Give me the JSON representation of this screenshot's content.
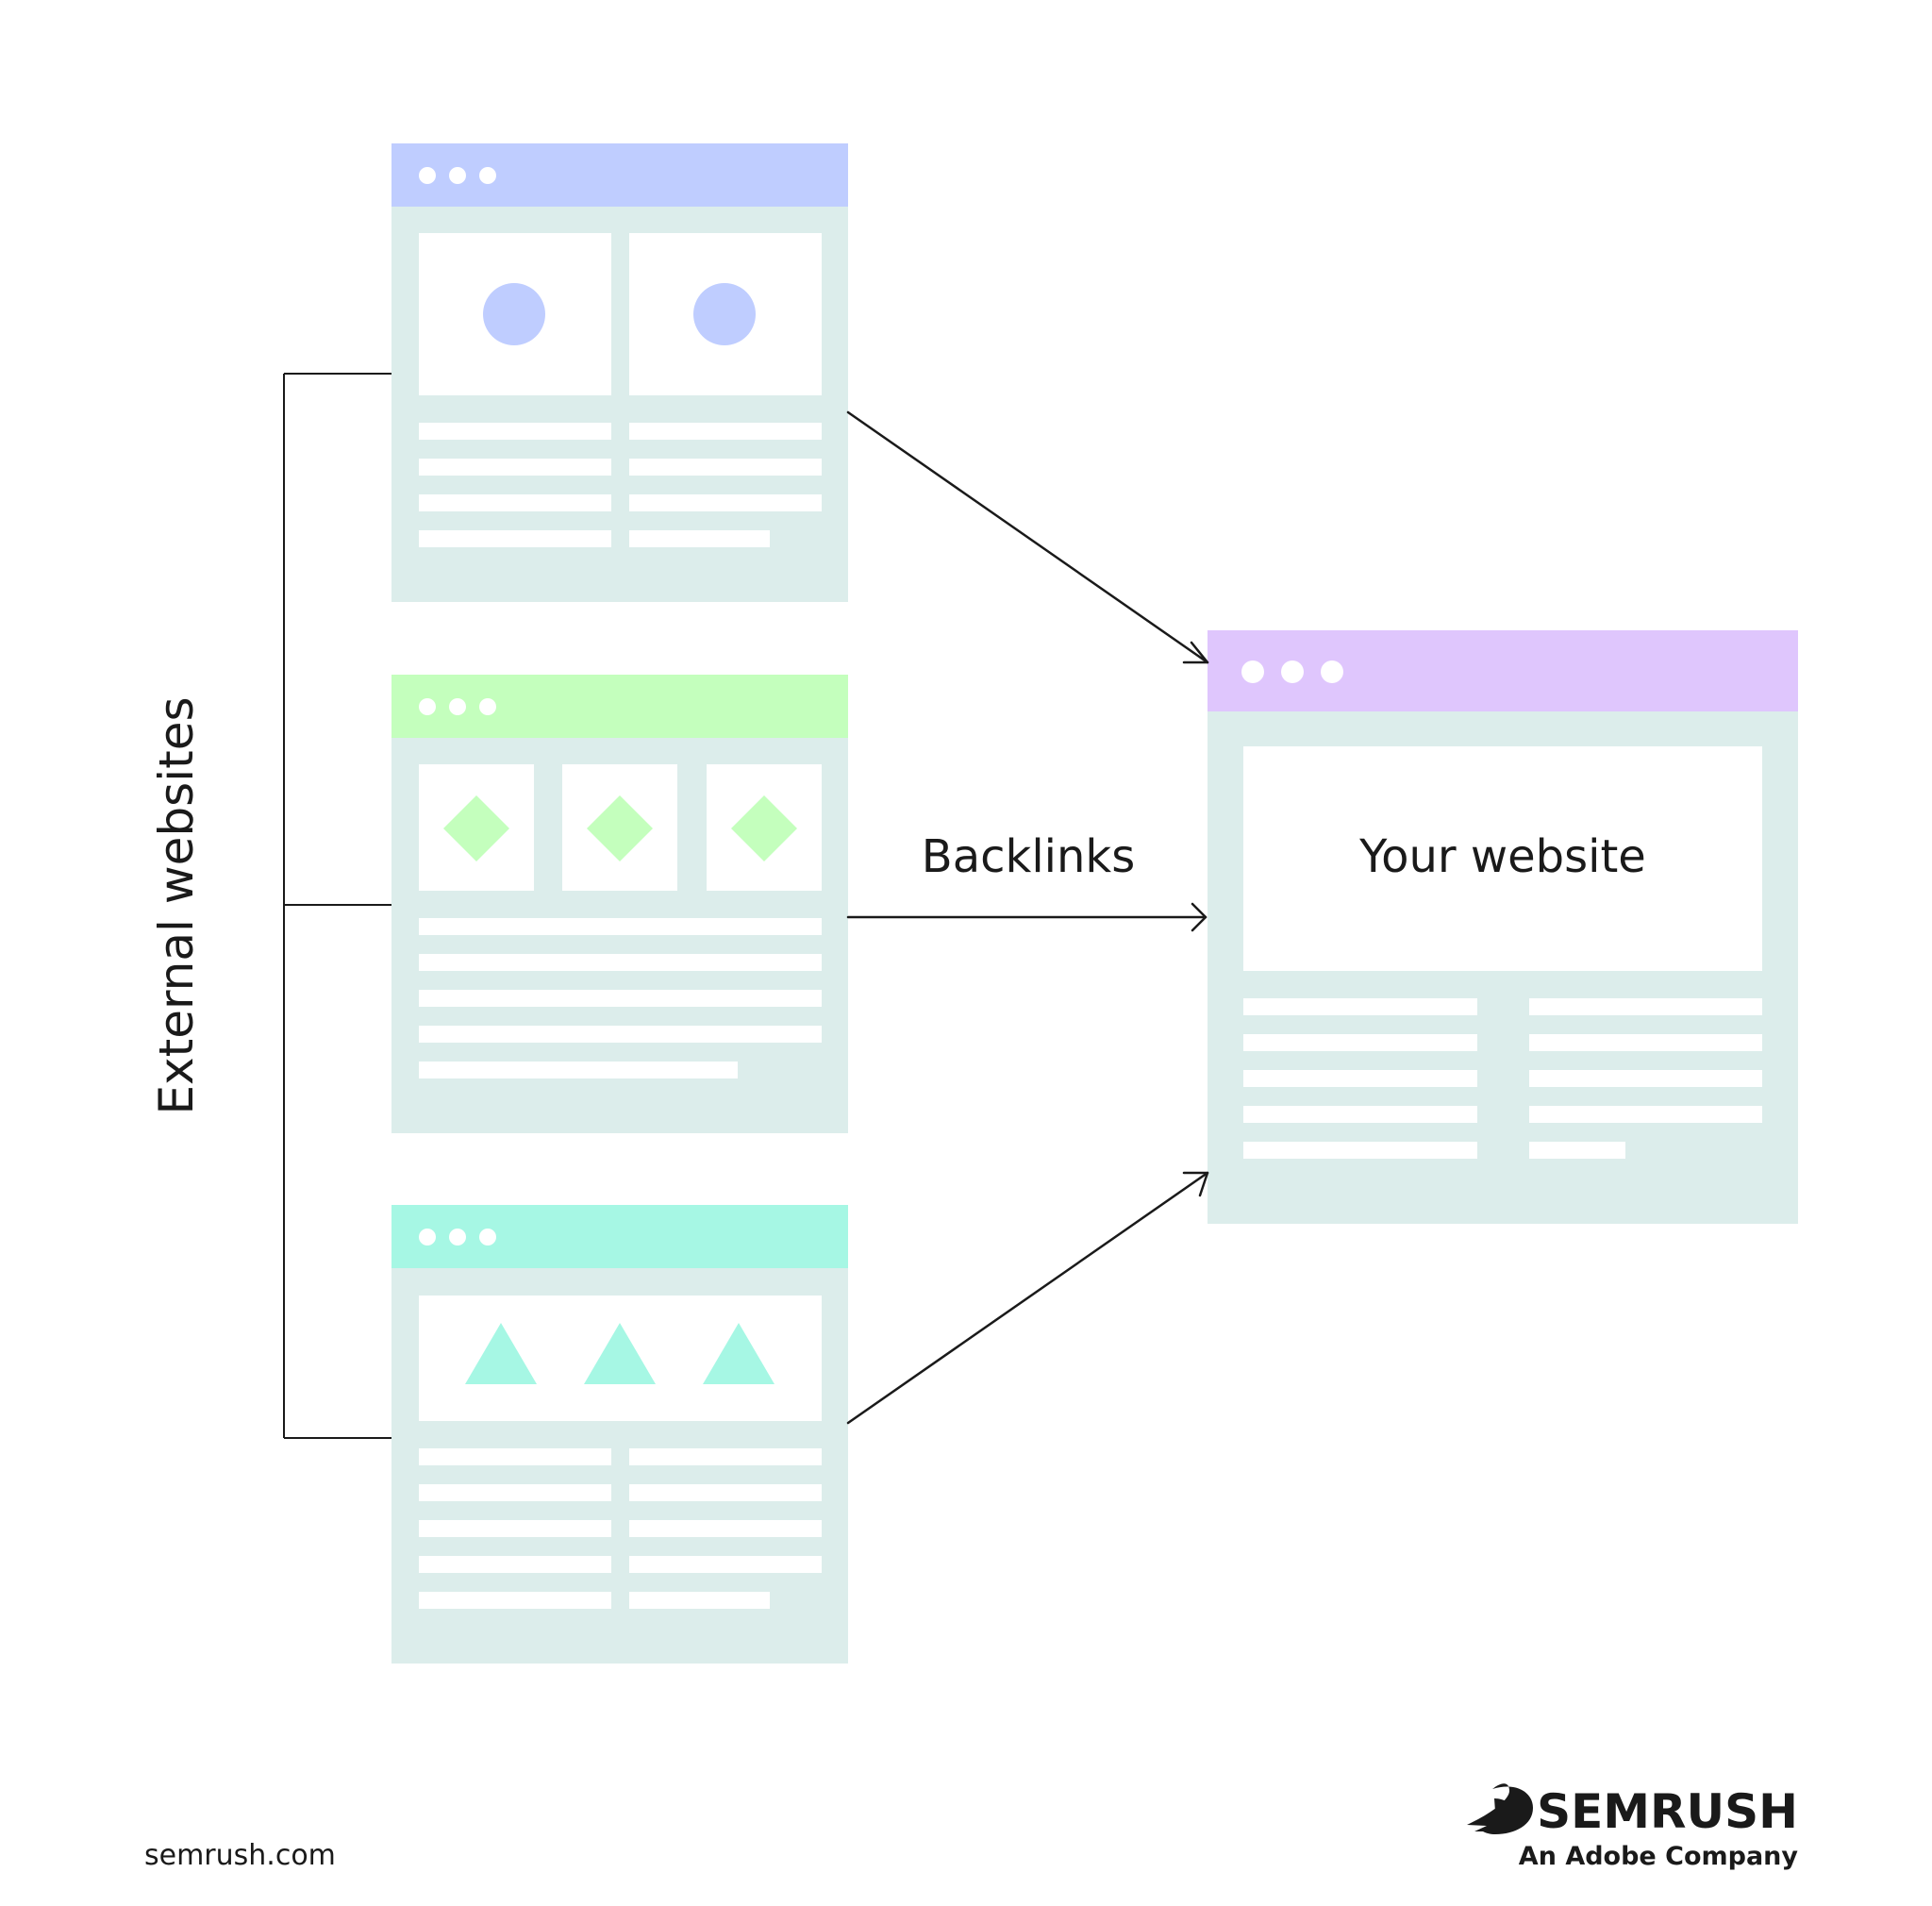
{
  "labels": {
    "external_websites": "External websites",
    "backlinks": "Backlinks",
    "your_website": "Your website"
  },
  "footer": {
    "url": "semrush.com"
  },
  "logo": {
    "brand": "SEMRUSH",
    "tagline": "An Adobe Company"
  },
  "external_sites": [
    {
      "id": "site-1",
      "header_color": "#bfcdff",
      "shape": "circle",
      "shape_color": "#bfcdff"
    },
    {
      "id": "site-2",
      "header_color": "#c4ffbd",
      "shape": "diamond",
      "shape_color": "#c4ffbd"
    },
    {
      "id": "site-3",
      "header_color": "#a6f7e4",
      "shape": "triangle",
      "shape_color": "#a6f7e4"
    }
  ],
  "target_site": {
    "header_color": "#dfc6fd"
  },
  "colors": {
    "page_body": "#dcedeb",
    "content_block": "#ffffff",
    "lines": "#1a1a1a"
  }
}
